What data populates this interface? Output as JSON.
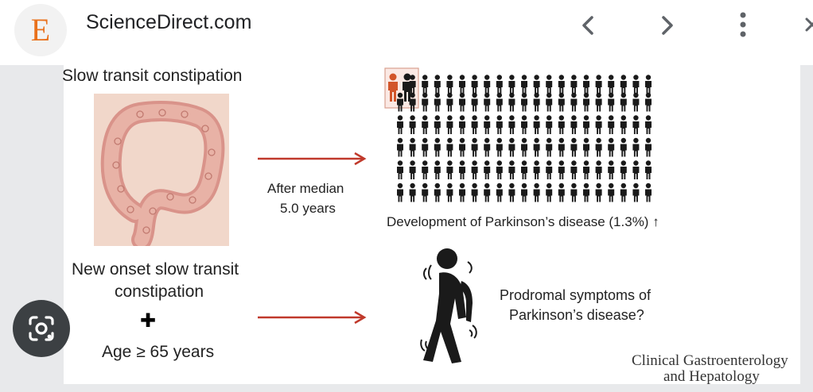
{
  "header": {
    "logo_letter": "E",
    "site_title": "ScienceDirect.com",
    "back_icon": "chevron-left-icon",
    "forward_icon": "chevron-right-icon",
    "menu_icon": "more-vert-icon",
    "close_icon": "close-icon"
  },
  "figure": {
    "label_top_left": "Slow transit constipation",
    "arrow1_line1": "After median",
    "arrow1_line2": "5.0 years",
    "development_text": "Development of Parkinson’s disease (1.3%) ↑",
    "onset_line1": "New onset slow transit",
    "onset_line2": "constipation",
    "plus_symbol": "✚",
    "age_text": "Age ≥ 65 years",
    "prodromal_line1": "Prodromal symptoms of",
    "prodromal_line2": "Parkinson’s disease?",
    "journal_line1": "Clinical Gastroenterology",
    "journal_line2": "and Hepatology"
  },
  "colors": {
    "accent_orange": "#e9711c",
    "arrow_red": "#c0392b",
    "highlight_person": "#d2552a",
    "person_black": "#1a1a1a"
  },
  "lens_icon": "google-lens-icon"
}
